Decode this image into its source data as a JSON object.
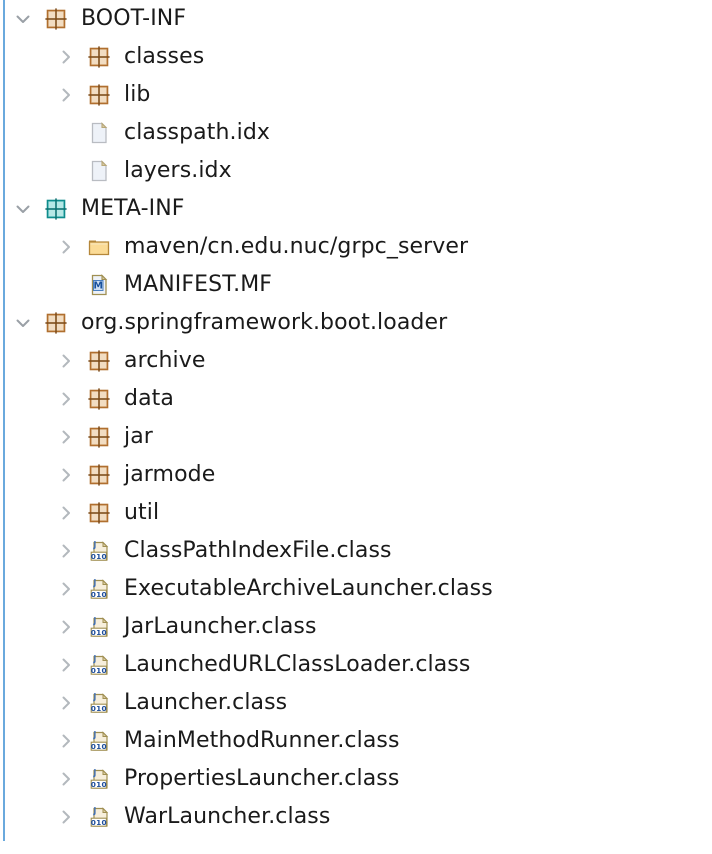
{
  "tree": {
    "focus_border_color": "#6aa9dd",
    "text_color": "#1a1a1a",
    "icon_colors": {
      "package_java": "#c8874a",
      "package_meta": "#1fa8a8",
      "folder": "#e8b95e",
      "file": "#e9eef5",
      "manifest_badge": "#2a6fc4",
      "class_badge": "#3f6fb5"
    },
    "rows": [
      {
        "label": "BOOT-INF",
        "level": 0,
        "icon": "package-java-icon",
        "twisty": "chevron-down-icon"
      },
      {
        "label": "classes",
        "level": 1,
        "icon": "package-java-icon",
        "twisty": "chevron-right-icon"
      },
      {
        "label": "lib",
        "level": 1,
        "icon": "package-java-icon",
        "twisty": "chevron-right-icon"
      },
      {
        "label": "classpath.idx",
        "level": 1,
        "icon": "file-icon",
        "twisty": "none"
      },
      {
        "label": "layers.idx",
        "level": 1,
        "icon": "file-icon",
        "twisty": "none"
      },
      {
        "label": "META-INF",
        "level": 0,
        "icon": "package-meta-icon",
        "twisty": "chevron-down-icon"
      },
      {
        "label": "maven/cn.edu.nuc/grpc_server",
        "level": 1,
        "icon": "folder-icon",
        "twisty": "chevron-right-icon"
      },
      {
        "label": "MANIFEST.MF",
        "level": 1,
        "icon": "manifest-file-icon",
        "twisty": "none"
      },
      {
        "label": "org.springframework.boot.loader",
        "level": 0,
        "icon": "package-java-icon",
        "twisty": "chevron-down-icon"
      },
      {
        "label": "archive",
        "level": 1,
        "icon": "package-java-icon",
        "twisty": "chevron-right-icon"
      },
      {
        "label": "data",
        "level": 1,
        "icon": "package-java-icon",
        "twisty": "chevron-right-icon"
      },
      {
        "label": "jar",
        "level": 1,
        "icon": "package-java-icon",
        "twisty": "chevron-right-icon"
      },
      {
        "label": "jarmode",
        "level": 1,
        "icon": "package-java-icon",
        "twisty": "chevron-right-icon"
      },
      {
        "label": "util",
        "level": 1,
        "icon": "package-java-icon",
        "twisty": "chevron-right-icon"
      },
      {
        "label": "ClassPathIndexFile.class",
        "level": 1,
        "icon": "class-file-icon",
        "twisty": "chevron-right-icon"
      },
      {
        "label": "ExecutableArchiveLauncher.class",
        "level": 1,
        "icon": "class-file-icon",
        "twisty": "chevron-right-icon"
      },
      {
        "label": "JarLauncher.class",
        "level": 1,
        "icon": "class-file-icon",
        "twisty": "chevron-right-icon"
      },
      {
        "label": "LaunchedURLClassLoader.class",
        "level": 1,
        "icon": "class-file-icon",
        "twisty": "chevron-right-icon"
      },
      {
        "label": "Launcher.class",
        "level": 1,
        "icon": "class-file-icon",
        "twisty": "chevron-right-icon"
      },
      {
        "label": "MainMethodRunner.class",
        "level": 1,
        "icon": "class-file-icon",
        "twisty": "chevron-right-icon"
      },
      {
        "label": "PropertiesLauncher.class",
        "level": 1,
        "icon": "class-file-icon",
        "twisty": "chevron-right-icon"
      },
      {
        "label": "WarLauncher.class",
        "level": 1,
        "icon": "class-file-icon",
        "twisty": "chevron-right-icon"
      }
    ]
  }
}
